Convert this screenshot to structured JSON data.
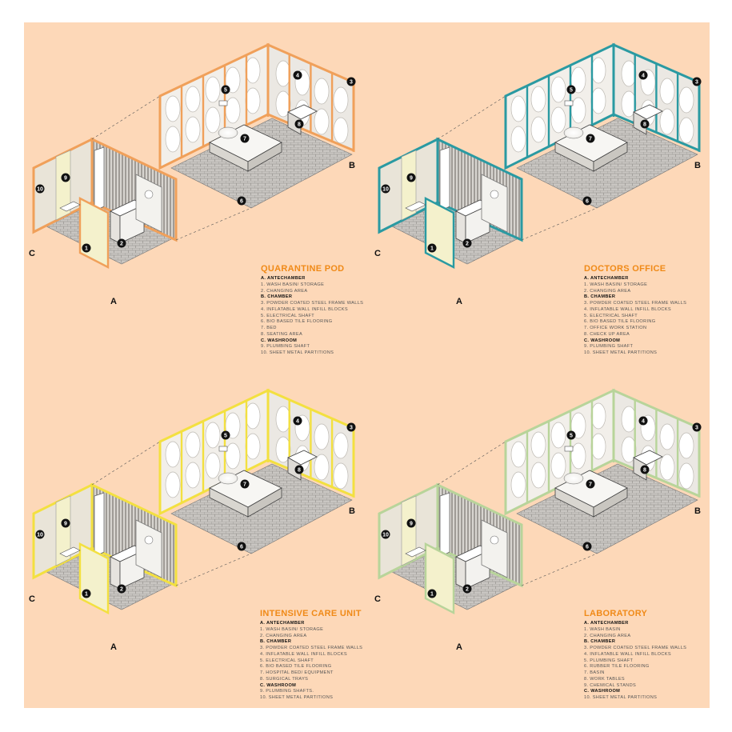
{
  "colors": {
    "background": "#fdd8b8",
    "title": "#f08a18",
    "frame_quarantine": "#f0a05a",
    "frame_doctors": "#2a9aa2",
    "frame_icu": "#f3e040",
    "frame_lab": "#b8d49a"
  },
  "panels": [
    {
      "id": "quarantine",
      "title": "QUARANTINE POD",
      "frame_color": "#f0a05a",
      "zones": {
        "a": "A",
        "b": "B",
        "c": "C"
      },
      "items": [
        {
          "text": "A. ANTECHAMBER",
          "head": true
        },
        {
          "text": "1. WASH BASIN/ STORAGE",
          "head": false
        },
        {
          "text": "2. CHANGING AREA",
          "head": false
        },
        {
          "text": "B. CHAMBER",
          "head": true
        },
        {
          "text": "3. POWDER COATED STEEL FRAME WALLS",
          "head": false
        },
        {
          "text": "4. INFLATABLE WALL INFILL BLOCKS",
          "head": false
        },
        {
          "text": "5. ELECTRICAL SHAFT",
          "head": false
        },
        {
          "text": "6. BIO BASED TILE FLOORING",
          "head": false
        },
        {
          "text": "7. BED",
          "head": false
        },
        {
          "text": "8. SEATING AREA",
          "head": false
        },
        {
          "text": "C. WASHROOM",
          "head": true
        },
        {
          "text": "9. PLUMBING SHAFT",
          "head": false
        },
        {
          "text": "10. SHEET METAL PARTITIONS",
          "head": false
        }
      ]
    },
    {
      "id": "doctors",
      "title": "DOCTORS OFFICE",
      "frame_color": "#2a9aa2",
      "zones": {
        "a": "A",
        "b": "B",
        "c": "C"
      },
      "items": [
        {
          "text": "A. ANTECHAMBER",
          "head": true
        },
        {
          "text": "1. WASH BASIN/ STORAGE",
          "head": false
        },
        {
          "text": "2. CHANGING AREA",
          "head": false
        },
        {
          "text": "B. CHAMBER",
          "head": true
        },
        {
          "text": "3. POWDER COATED STEEL FRAME WALLS",
          "head": false
        },
        {
          "text": "4. INFLATABLE WALL INFILL BLOCKS",
          "head": false
        },
        {
          "text": "5. ELECTRICAL SHAFT",
          "head": false
        },
        {
          "text": "6. BIO BASED TILE FLOORING",
          "head": false
        },
        {
          "text": "7. OFFICE WORK STATION",
          "head": false
        },
        {
          "text": "8. CHECK UP AREA",
          "head": false
        },
        {
          "text": "C. WASHROOM",
          "head": true
        },
        {
          "text": "9. PLUMBING SHAFT",
          "head": false
        },
        {
          "text": "10. SHEET METAL PARTITIONS",
          "head": false
        }
      ]
    },
    {
      "id": "icu",
      "title": "INTENSIVE CARE UNIT",
      "frame_color": "#f3e040",
      "zones": {
        "a": "A",
        "b": "B",
        "c": "C"
      },
      "items": [
        {
          "text": "A. ANTECHAMBER",
          "head": true
        },
        {
          "text": "1. WASH BASIN/ STORAGE",
          "head": false
        },
        {
          "text": "2. CHANGING AREA",
          "head": false
        },
        {
          "text": "B. CHAMBER",
          "head": true
        },
        {
          "text": "3. POWDER COATED STEEL FRAME WALLS",
          "head": false
        },
        {
          "text": "4. INFLATABLE WALL INFILL BLOCKS",
          "head": false
        },
        {
          "text": "5. ELECTRICAL SHAFT",
          "head": false
        },
        {
          "text": "6. BIO BASED TILE FLOORING",
          "head": false
        },
        {
          "text": "7. HOSPITAL BED/ EQUIPMENT",
          "head": false
        },
        {
          "text": "8. SURGICAL TRAYS",
          "head": false
        },
        {
          "text": "C. WASHROOM",
          "head": true
        },
        {
          "text": "9. PLUMBING SHAFTS.",
          "head": false
        },
        {
          "text": "10. SHEET METAL PARTITIONS",
          "head": false
        }
      ]
    },
    {
      "id": "lab",
      "title": "LABORATORY",
      "frame_color": "#b8d49a",
      "zones": {
        "a": "A",
        "b": "B",
        "c": "C"
      },
      "items": [
        {
          "text": "A. ANTECHAMBER",
          "head": true
        },
        {
          "text": "1. WASH BASIN",
          "head": false
        },
        {
          "text": "2. CHANGING AREA",
          "head": false
        },
        {
          "text": "B. CHAMBER",
          "head": true
        },
        {
          "text": "3. POWDER COATED STEEL FRAME WALLS",
          "head": false
        },
        {
          "text": "4. INFLATABLE WALL INFILL BLOCKS",
          "head": false
        },
        {
          "text": "5. PLUMBING SHAFT",
          "head": false
        },
        {
          "text": "6. RUBBER TILE FLOORING",
          "head": false
        },
        {
          "text": "7. BASIN",
          "head": false
        },
        {
          "text": "8. WORK TABLES",
          "head": false
        },
        {
          "text": "9. CHEMICAL STANDS",
          "head": false
        },
        {
          "text": "C. WASHROOM",
          "head": true
        },
        {
          "text": "10. SHEET METAL PARTITIONS",
          "head": false
        }
      ]
    }
  ]
}
